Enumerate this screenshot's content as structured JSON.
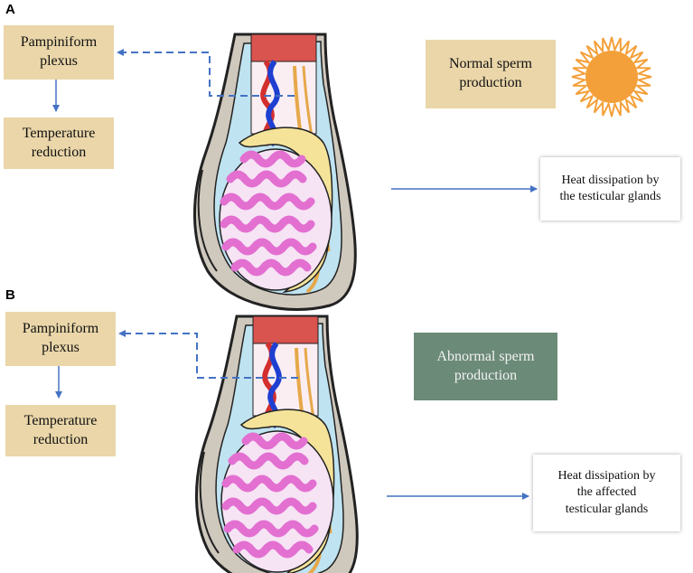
{
  "panels": [
    {
      "label": "A",
      "left_top": [
        "Pampiniform",
        "plexus"
      ],
      "left_bottom": [
        "Temperature",
        "reduction"
      ],
      "outcome": [
        "Normal sperm",
        "production"
      ],
      "outcome_icon": "sun-icon",
      "heat": [
        "Heat dissipation by",
        "the testicular glands"
      ]
    },
    {
      "label": "B",
      "left_top": [
        "Pampiniform",
        "plexus"
      ],
      "left_bottom": [
        "Temperature",
        "reduction"
      ],
      "outcome": [
        "Abnormal sperm",
        "production"
      ],
      "heat": [
        "Heat dissipation by",
        "the affected",
        "testicular glands"
      ]
    }
  ],
  "colors": {
    "box_tan": "#ead6a9",
    "box_green": "#6b8a78",
    "arrow_blue": "#4472c4",
    "sun_orange": "#f4a03a",
    "testis_pink": "#e36fd1",
    "tunica_blue": "#bfe3f0",
    "epididymis_yellow": "#f5e39a",
    "scrotum_gray": "#cfc8bd"
  }
}
